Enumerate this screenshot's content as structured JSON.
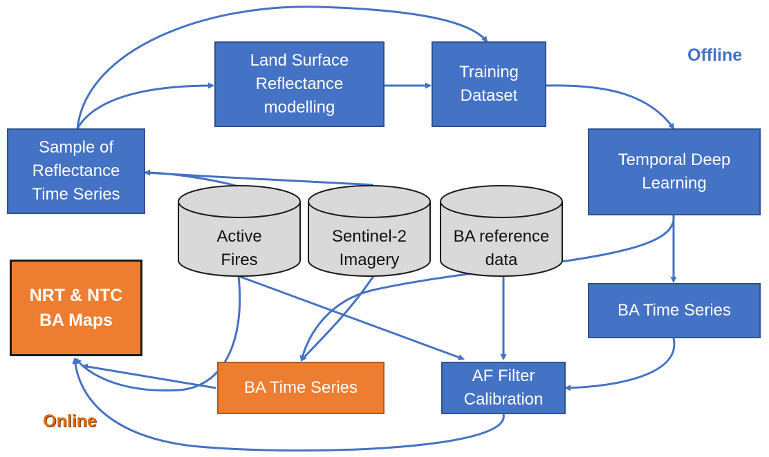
{
  "diagram": {
    "colors": {
      "process_blue": "#4472c4",
      "process_border": "#2f528f",
      "online_orange": "#ed7d31",
      "datastore_fill": "#d9d9d9",
      "arrow": "#4472c4"
    },
    "nodes": {
      "sample_reflectance": "Sample of\nReflectance\nTime Series",
      "land_surface": "Land Surface\nReflectance\nmodelling",
      "training_dataset": "Training\nDataset",
      "temporal_deep_learning": "Temporal Deep\nLearning",
      "ba_time_series_offline": "BA Time Series",
      "af_filter": "AF Filter\nCalibration",
      "ba_time_series_online": "BA Time Series",
      "nrt_ntc": "NRT & NTC\nBA Maps"
    },
    "datastores": {
      "active_fires": "Active\nFires",
      "sentinel2": "Sentinel-2\nImagery",
      "ba_reference": "BA reference\ndata"
    },
    "modes": {
      "offline": "Offline",
      "online": "Online"
    },
    "edges": [
      {
        "from": "sample_reflectance",
        "to": "land_surface"
      },
      {
        "from": "sample_reflectance",
        "to": "training_dataset"
      },
      {
        "from": "land_surface",
        "to": "training_dataset"
      },
      {
        "from": "training_dataset",
        "to": "temporal_deep_learning"
      },
      {
        "from": "temporal_deep_learning",
        "to": "ba_time_series_offline"
      },
      {
        "from": "temporal_deep_learning",
        "to": "ba_time_series_online"
      },
      {
        "from": "active_fires",
        "to": "sample_reflectance"
      },
      {
        "from": "sentinel2",
        "to": "sample_reflectance"
      },
      {
        "from": "sentinel2",
        "to": "ba_time_series_online"
      },
      {
        "from": "active_fires",
        "to": "af_filter"
      },
      {
        "from": "ba_reference",
        "to": "af_filter"
      },
      {
        "from": "ba_time_series_offline",
        "to": "af_filter"
      },
      {
        "from": "active_fires",
        "to": "nrt_ntc"
      },
      {
        "from": "ba_time_series_online",
        "to": "nrt_ntc"
      },
      {
        "from": "af_filter",
        "to": "nrt_ntc"
      }
    ]
  }
}
